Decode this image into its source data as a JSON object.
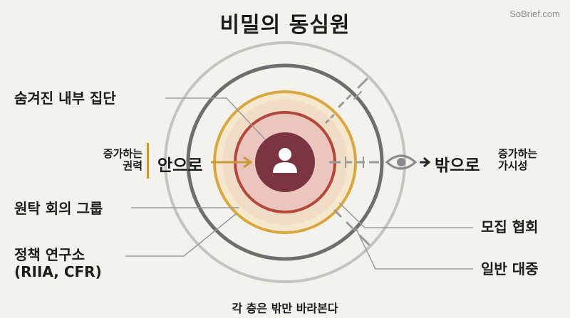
{
  "title": "비밀의 동심원",
  "watermark": "SoBrief.com",
  "labels": {
    "inner_core": "숨겨진 내부 집단",
    "round_table": "원탁 회의 그룹",
    "think_tanks_line1": "정책 연구소",
    "think_tanks_line2": "(RIIA, CFR)",
    "recruitment": "모집 협회",
    "public": "일반 대중"
  },
  "left_axis": {
    "note_line1": "증가하는",
    "note_line2": "권력",
    "direction": "안으로"
  },
  "right_axis": {
    "direction": "밖으로",
    "note_line1": "증가하는",
    "note_line2": "가시성"
  },
  "caption": "각 층은 밖만 바라본다",
  "colors": {
    "core": "#7a3540",
    "ring_round_table": "#b3473a",
    "ring_think_tank": "#d9a640",
    "ring_recruitment": "#6e6e6e",
    "ring_public": "#c4c4c4",
    "accent_gold": "#c99a3c",
    "leader_line": "#9a9a9a"
  },
  "icons": [
    "person-icon",
    "eye-icon",
    "arrow-right-icon"
  ]
}
